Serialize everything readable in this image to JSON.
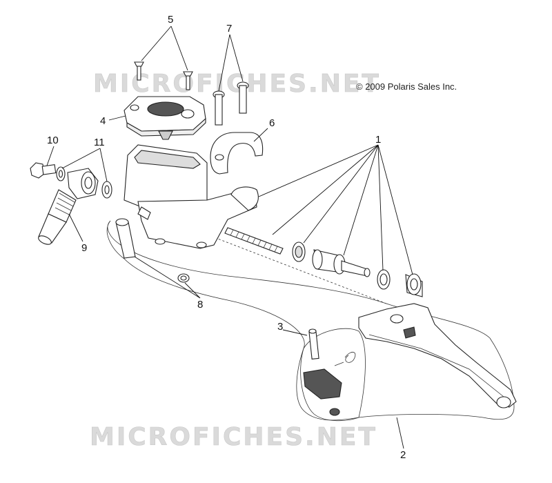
{
  "copyright": "© 2009 Polaris Sales Inc.",
  "watermarks": [
    "MICROFICHES.NET",
    "MICROFICHES.NET"
  ],
  "callouts": [
    "1",
    "2",
    "3",
    "4",
    "5",
    "6",
    "7",
    "8",
    "9",
    "10",
    "11"
  ],
  "colors": {
    "line": "#222222",
    "watermark": "#d9d9d9",
    "fill": "#ffffff",
    "dark": "#555555"
  }
}
